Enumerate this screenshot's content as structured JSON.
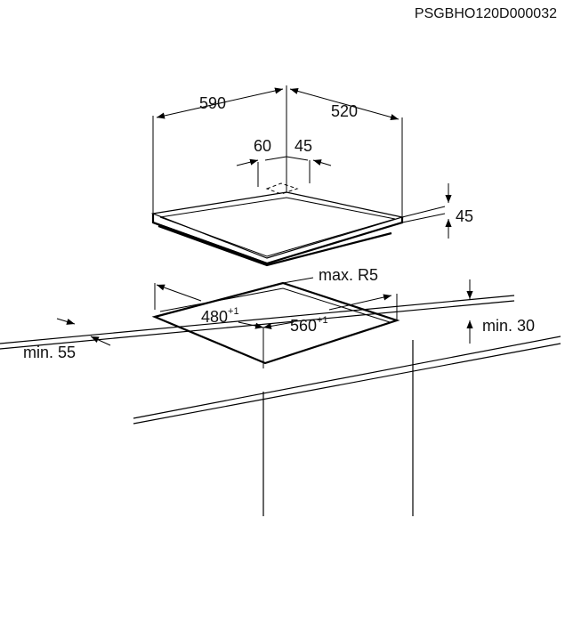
{
  "drawing_code": "PSGBHO120D000032",
  "hob": {
    "width": "590",
    "depth": "520",
    "offset_left": "60",
    "offset_right": "45",
    "height": "45"
  },
  "cutout": {
    "width": "560",
    "width_tol": "+1",
    "depth": "480",
    "depth_tol": "+1",
    "corner_radius": "max. R5",
    "front_clearance": "min. 55",
    "worktop_thickness": "min. 30"
  },
  "colors": {
    "line": "#000000",
    "background": "#ffffff"
  }
}
